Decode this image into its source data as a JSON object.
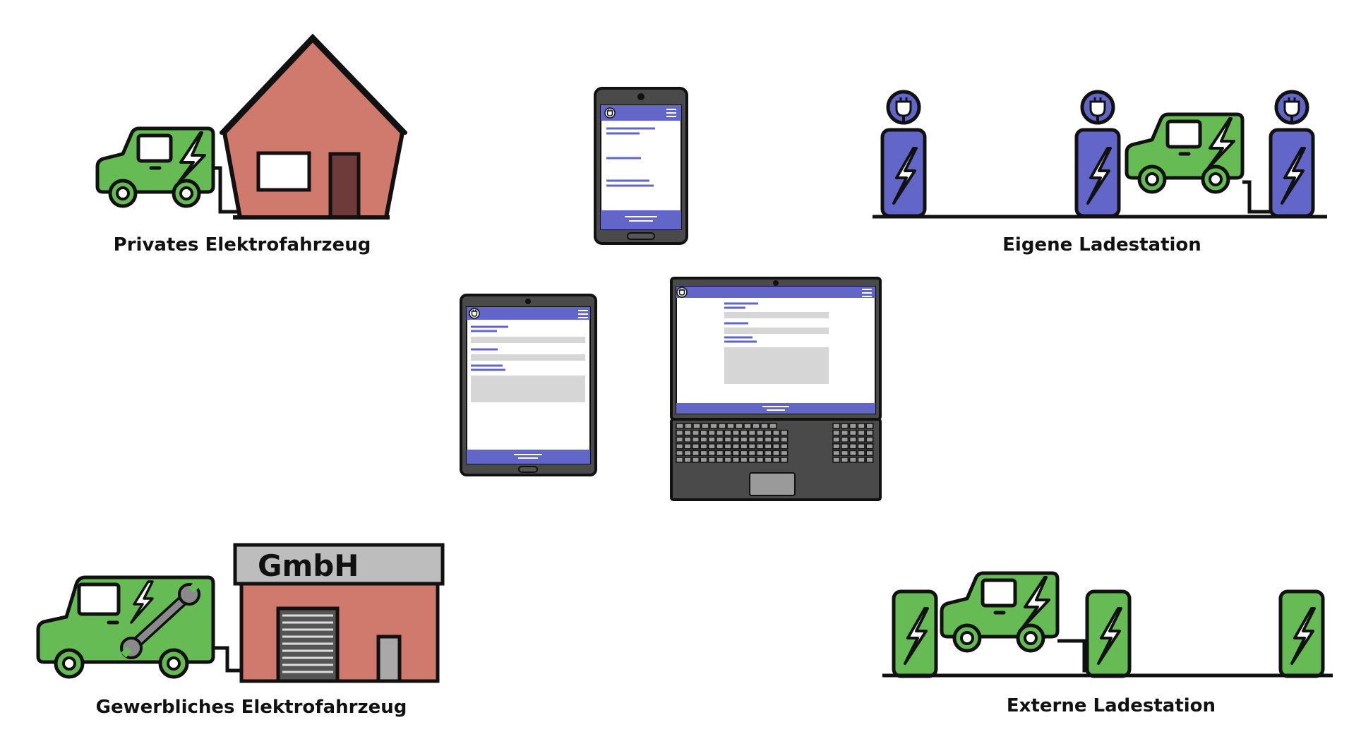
{
  "captions": {
    "private_vehicle": "Privates Elektrofahrzeug",
    "own_station": "Eigene Ladestation",
    "commercial_vehicle": "Gewerbliches Elektrofahrzeug",
    "external_station": "Externe Ladestation"
  },
  "company_sign": "GmbH",
  "colors": {
    "car_green": "#66bb55",
    "house_red": "#d07a6e",
    "door_brown": "#6e3a3a",
    "station_blue": "#6366c9",
    "device_gray": "#4a4a4a",
    "placeholder_gray": "#d6d6d6",
    "sign_gray": "#bdbdbd",
    "outline": "#111111"
  }
}
